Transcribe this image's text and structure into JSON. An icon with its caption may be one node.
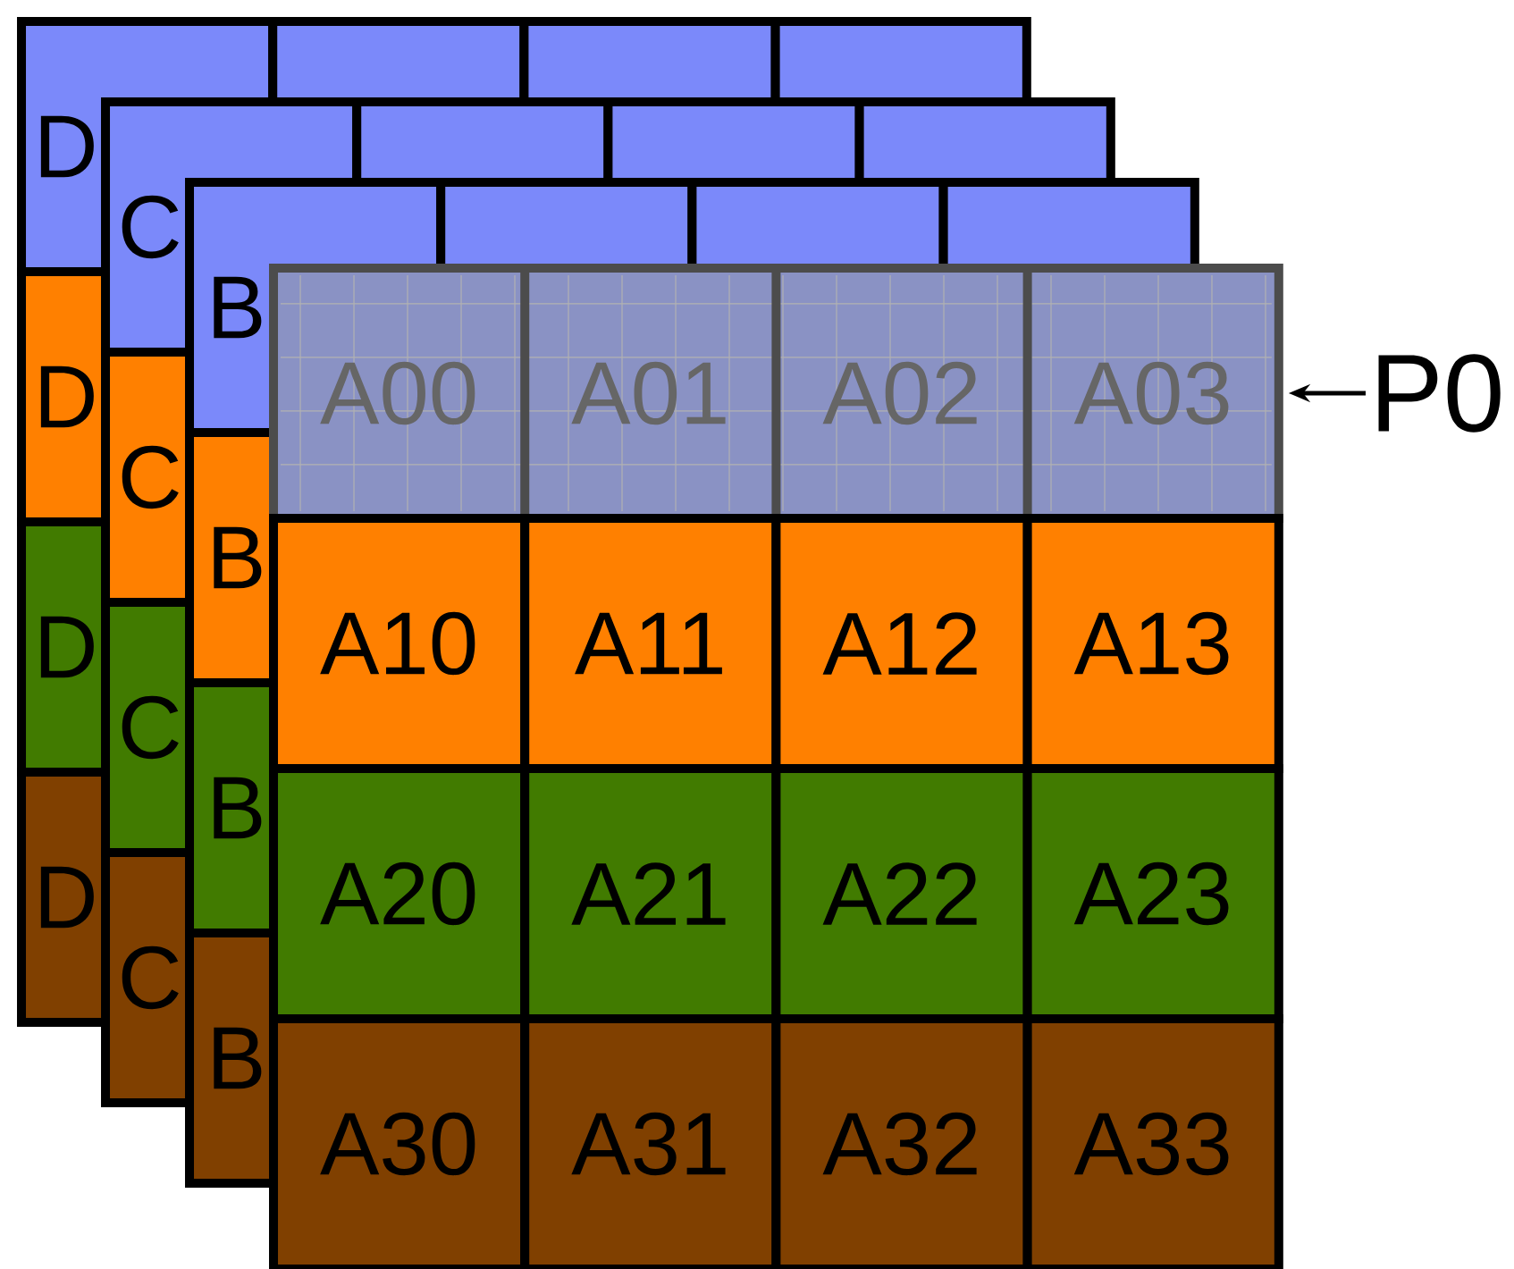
{
  "diagram": {
    "nodes": [
      {
        "text": [],
        "shape": "bar"
      },
      {
        "text": [
          "A00"
        ],
        "in": 0
      },
      {
        "text": [
          "A01"
        ],
        "in": 0
      },
      {
        "text": [
          "A02"
        ],
        "in": 0
      },
      {
        "text": [
          "A03"
        ],
        "in": 0
      },
      {
        "text": [
          "A10"
        ]
      },
      {
        "text": [
          "A11"
        ]
      },
      {
        "text": [
          "A12"
        ]
      },
      {
        "text": [
          "A13"
        ]
      },
      {
        "text": [
          "A20"
        ]
      },
      {
        "text": [
          "A21"
        ]
      },
      {
        "text": [
          "A22"
        ]
      },
      {
        "text": [
          "A23"
        ]
      },
      {
        "text": [
          "A30"
        ]
      },
      {
        "text": [
          "A31"
        ]
      },
      {
        "text": [
          "A32"
        ]
      },
      {
        "text": [
          "A33"
        ]
      },
      {
        "text": [
          "P0"
        ]
      }
    ],
    "edges": [
      {
        "from": 17,
        "to": 0,
        "arrow": "to"
      }
    ],
    "labels": [
      "D",
      "C",
      "B",
      "D",
      "C",
      "B",
      "D",
      "C",
      "B",
      "D",
      "C",
      "B"
    ]
  }
}
